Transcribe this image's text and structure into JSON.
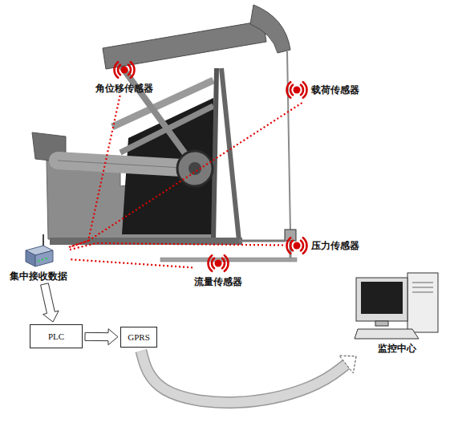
{
  "diagram": {
    "nodes": [
      {
        "text": [
          "角位移传感器"
        ]
      },
      {
        "text": [
          "载荷传感器"
        ]
      },
      {
        "text": [
          "压力传感器"
        ]
      },
      {
        "text": [
          "流量传感器"
        ]
      },
      {
        "text": [
          "集中接收数据"
        ]
      },
      {
        "text": [
          "PLC"
        ]
      },
      {
        "text": [
          "GPRS"
        ]
      },
      {
        "text": [
          "监控中心"
        ]
      }
    ],
    "edges": [
      {
        "from": 0,
        "to": 4,
        "arrow": "none"
      },
      {
        "from": 1,
        "to": 4,
        "arrow": "none"
      },
      {
        "from": 2,
        "to": 4,
        "arrow": "none"
      },
      {
        "from": 3,
        "to": 4,
        "arrow": "none"
      },
      {
        "from": 4,
        "to": 5,
        "arrow": "to"
      },
      {
        "from": 5,
        "to": 6,
        "arrow": "to"
      },
      {
        "from": 6,
        "to": 7,
        "arrow": "to"
      }
    ]
  }
}
